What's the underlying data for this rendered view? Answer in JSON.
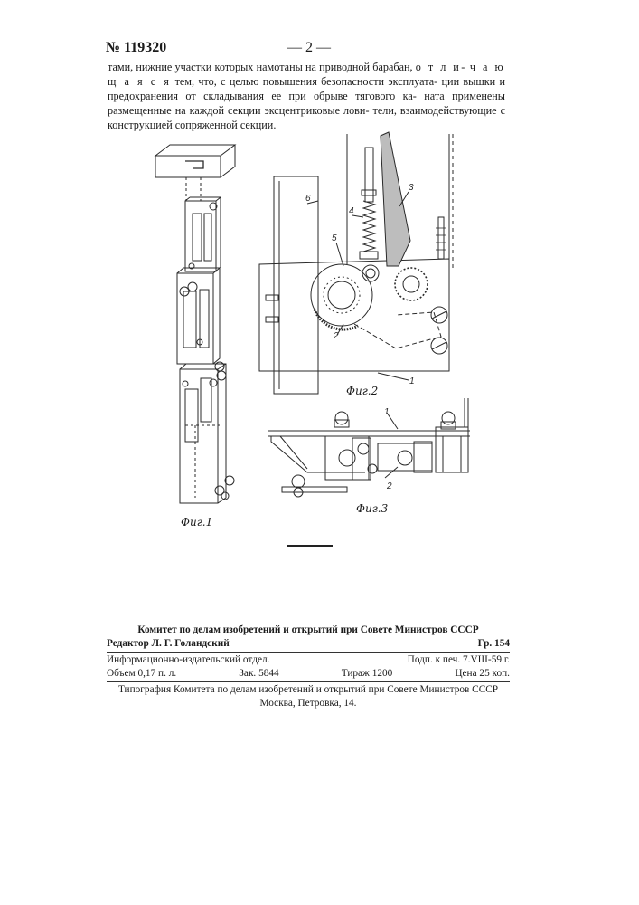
{
  "header": {
    "patent_number": "№ 119320",
    "page_marker": "— 2 —"
  },
  "claim_text": {
    "line1": "тами, нижние участки которых намотаны на приводной барабан,",
    "line1_spaced": "о т л и-",
    "line2_spaced": "ч а ю щ а я с я",
    "line2": "тем, что, с целью повышения безопасности эксплуата-",
    "line3": "ции вышки и предохранения от складывания ее при обрыве тягового ка-",
    "line4": "ната применены размещенные на каждой секции эксцентриковые лови-",
    "line5": "тели, взаимодействующие с конструкцией сопряженной секции."
  },
  "figures": {
    "fig1_caption": "Фиг.1",
    "fig2_caption": "Фиг.2",
    "fig3_caption": "Фиг.3",
    "fig2_callouts": [
      "6",
      "4",
      "3",
      "5",
      "2",
      "1"
    ],
    "fig3_callouts": [
      "1",
      "2"
    ]
  },
  "imprint": {
    "committee": "Комитет по делам изобретений и открытий при Совете Министров СССР",
    "editor": "Редактор Л. Г. Голандский",
    "group": "Гр. 154",
    "department": "Информационно-издательский отдел.",
    "signed": "Подп. к печ. 7.VIII-59 г.",
    "volume": "Объем 0,17 п. л.",
    "order": "Зак. 5844",
    "print_run": "Тираж 1200",
    "price": "Цена 25 коп.",
    "printing_house": "Типография Комитета по делам изобретений и открытий при Совете Министров СССР",
    "address": "Москва, Петровка, 14."
  }
}
